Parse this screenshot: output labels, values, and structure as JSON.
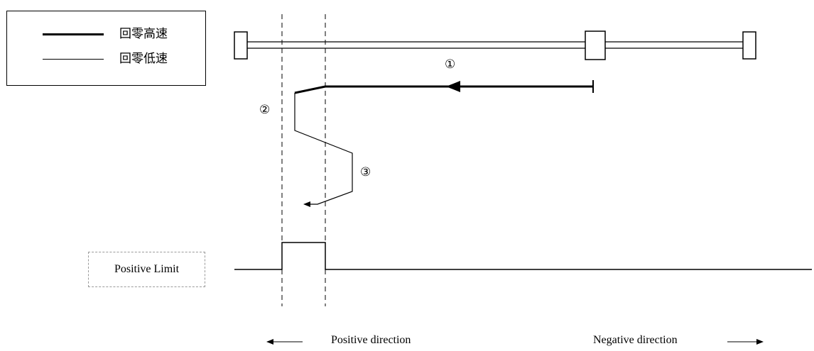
{
  "legend": {
    "high_speed": "回零高速",
    "low_speed": "回零低速"
  },
  "steps": {
    "step1": "①",
    "step2": "②",
    "step3": "③"
  },
  "signal": {
    "positive_limit": "Positive Limit"
  },
  "directions": {
    "positive": "Positive direction",
    "negative": "Negative direction"
  }
}
